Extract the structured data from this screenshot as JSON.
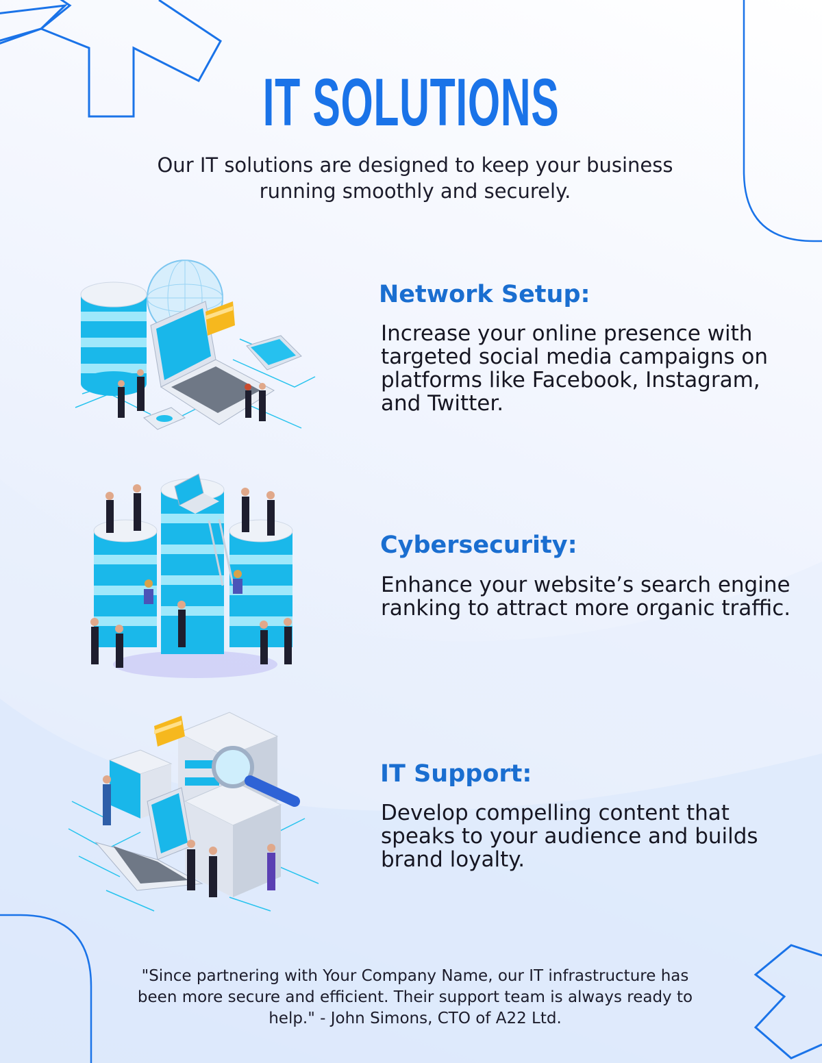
{
  "colors": {
    "accent": "#1a73e8",
    "heading": "#1a6ed0",
    "text": "#161622",
    "cyan": "#18c6f0"
  },
  "title": "IT SOLUTIONS",
  "subtitle": "Our IT solutions are designed to keep your business running smoothly and securely.",
  "sections": [
    {
      "title": "Network Setup:",
      "description": "Increase your online presence with targeted social media campaigns on platforms like Facebook, Instagram, and Twitter.",
      "icon": "network-setup-illustration"
    },
    {
      "title": "Cybersecurity:",
      "description": "Enhance your website’s search engine ranking to attract more organic traffic.",
      "icon": "cybersecurity-illustration"
    },
    {
      "title": "IT Support:",
      "description": "Develop compelling content that speaks to your audience and builds brand loyalty.",
      "icon": "it-support-illustration"
    }
  ],
  "testimonial": "\"Since partnering with Your Company Name, our IT infrastructure has been more secure and efficient. Their support team is always ready to help.\" - John Simons, CTO of A22 Ltd."
}
